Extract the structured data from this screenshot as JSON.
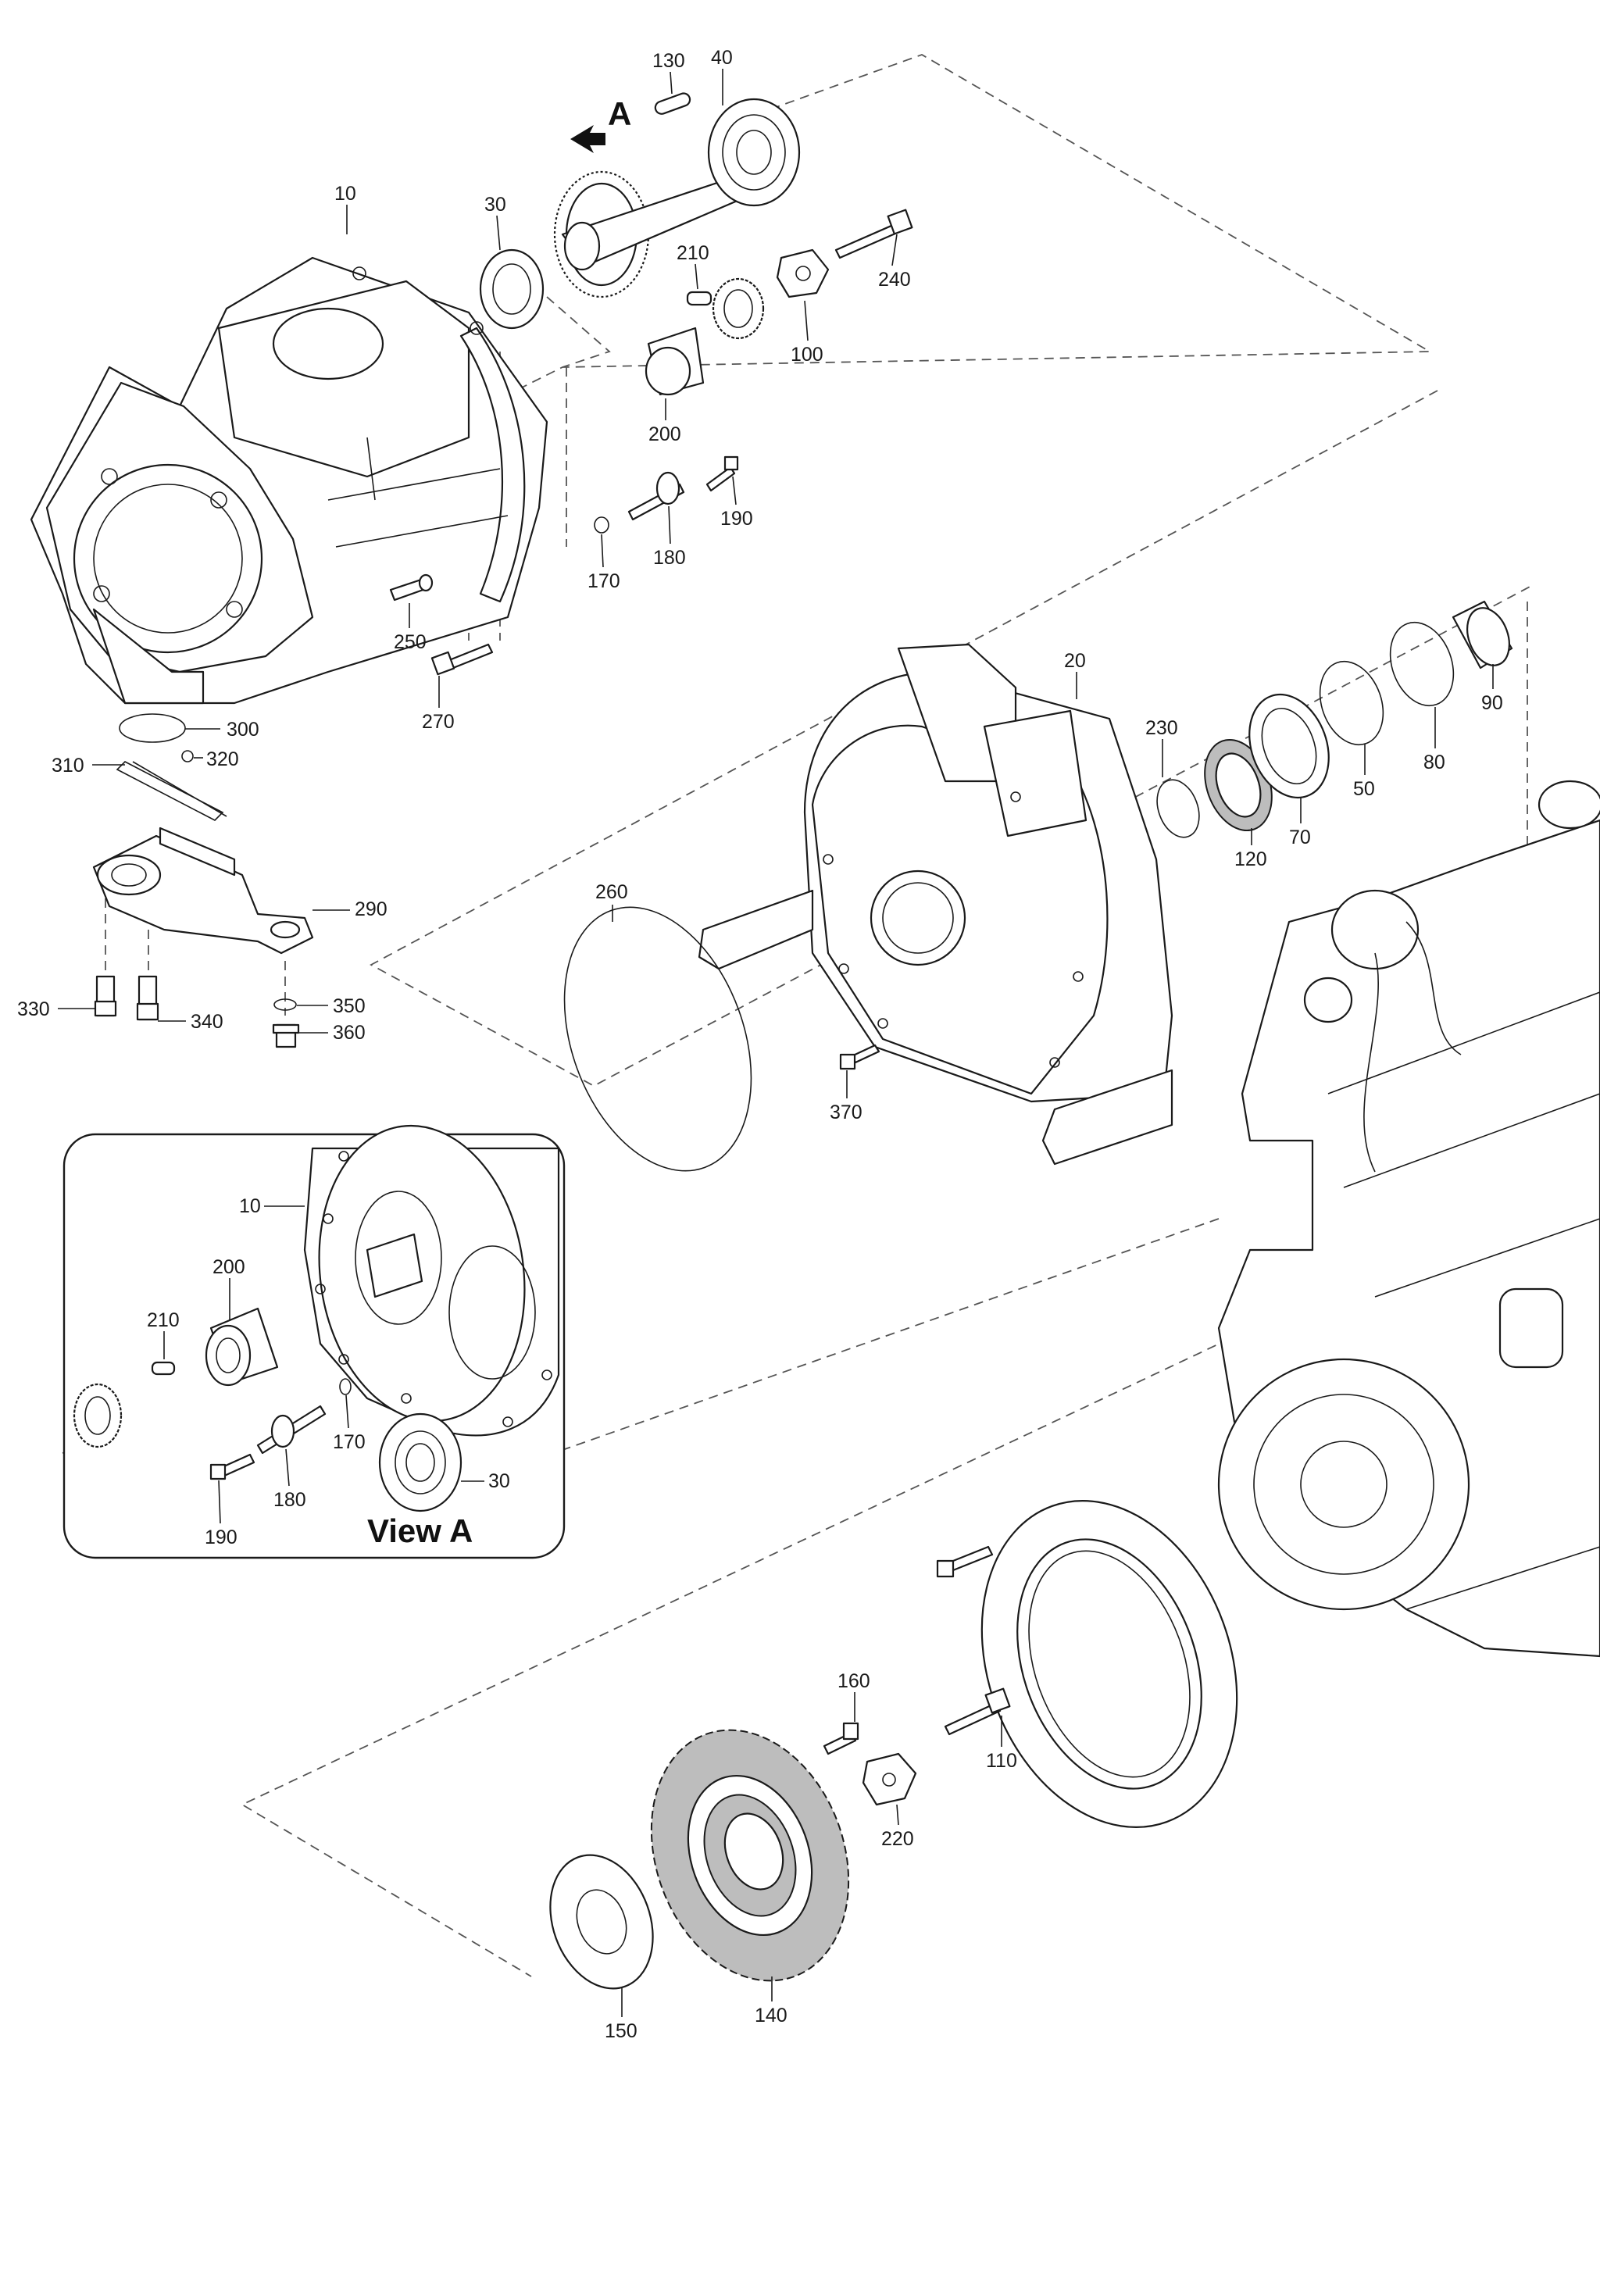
{
  "diagram": {
    "view_title": "View A",
    "arrow_letter": "A",
    "labels": {
      "p10": "10",
      "p20": "20",
      "p30": "30",
      "p40": "40",
      "p50": "50",
      "p70": "70",
      "p80": "80",
      "p90": "90",
      "p100": "100",
      "p110": "110",
      "p120": "120",
      "p130": "130",
      "p140": "140",
      "p150": "150",
      "p160": "160",
      "p170": "170",
      "p180": "180",
      "p190": "190",
      "p200": "200",
      "p210": "210",
      "p220": "220",
      "p230": "230",
      "p240": "240",
      "p250": "250",
      "p260": "260",
      "p270": "270",
      "p290": "290",
      "p300": "300",
      "p310": "310",
      "p320": "320",
      "p330": "330",
      "p340": "340",
      "p350": "350",
      "p360": "360",
      "p370": "370"
    },
    "inset_labels": {
      "p10": "10",
      "p200": "200",
      "p210": "210",
      "p170": "170",
      "p180": "180",
      "p190": "190",
      "p30": "30"
    },
    "colors": {
      "line": "#1a1a1a",
      "dashed": "#555555",
      "shade": "#bdbdbd",
      "background": "#ffffff"
    }
  }
}
